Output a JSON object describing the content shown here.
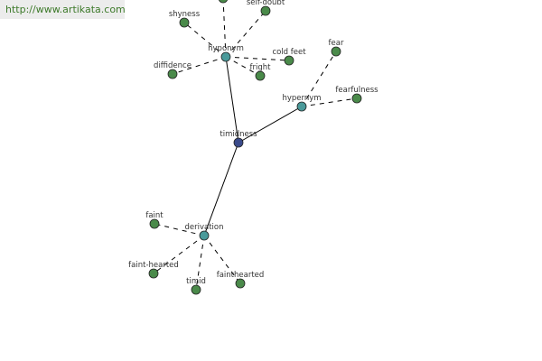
{
  "banner": {
    "text": "http://www.artikata.com"
  },
  "colors": {
    "center": "#3a4a8a",
    "relation": "#4a9a9a",
    "word": "#4a8a4a"
  },
  "graph": {
    "center": {
      "id": "timidness",
      "label": "timidness",
      "kind": "center"
    },
    "relations": [
      {
        "id": "hyponym",
        "label": "hyponym",
        "kind": "relation"
      },
      {
        "id": "hypernym",
        "label": "hypernym",
        "kind": "relation"
      },
      {
        "id": "derivation",
        "label": "derivation",
        "kind": "relation"
      }
    ],
    "words": [
      {
        "id": "w-top",
        "label": "",
        "relation": "hyponym"
      },
      {
        "id": "w-self-doubt",
        "label": "self-doubt",
        "relation": "hyponym"
      },
      {
        "id": "w-shyness",
        "label": "shyness",
        "relation": "hyponym"
      },
      {
        "id": "w-diffidence",
        "label": "diffidence",
        "relation": "hyponym"
      },
      {
        "id": "w-cold-feet",
        "label": "cold feet",
        "relation": "hyponym"
      },
      {
        "id": "w-fright",
        "label": "fright",
        "relation": "hyponym"
      },
      {
        "id": "w-fear",
        "label": "fear",
        "relation": "hypernym"
      },
      {
        "id": "w-fearfulness",
        "label": "fearfulness",
        "relation": "hypernym"
      },
      {
        "id": "w-faint",
        "label": "faint",
        "relation": "derivation"
      },
      {
        "id": "w-faint-hearted",
        "label": "faint-hearted",
        "relation": "derivation"
      },
      {
        "id": "w-timid",
        "label": "timid",
        "relation": "derivation"
      },
      {
        "id": "w-fainthearted",
        "label": "fainthearted",
        "relation": "derivation"
      }
    ]
  }
}
